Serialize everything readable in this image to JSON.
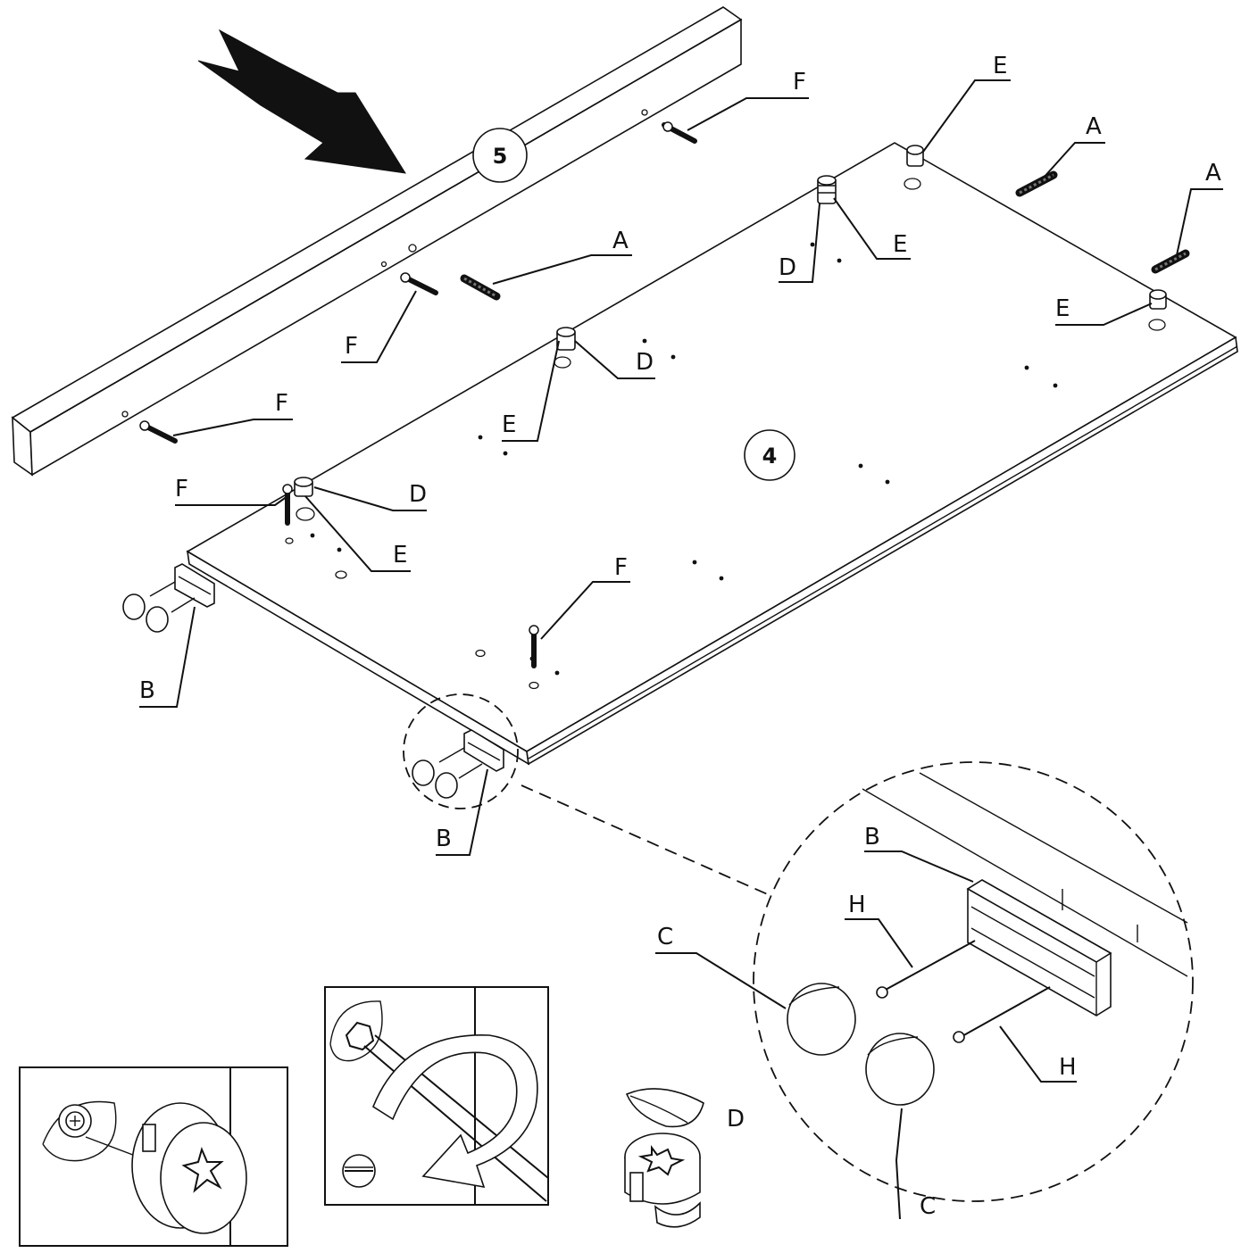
{
  "diagram": {
    "panel_numbers": {
      "rail": "5",
      "board": "4"
    },
    "callouts": [
      {
        "id": "f-top-right",
        "letter": "F"
      },
      {
        "id": "e-top",
        "letter": "E"
      },
      {
        "id": "a-top",
        "letter": "A"
      },
      {
        "id": "a-right",
        "letter": "A"
      },
      {
        "id": "a-mid",
        "letter": "A"
      },
      {
        "id": "e-mid-upper",
        "letter": "E"
      },
      {
        "id": "d-mid-upper",
        "letter": "D"
      },
      {
        "id": "e-right",
        "letter": "E"
      },
      {
        "id": "f-mid",
        "letter": "F"
      },
      {
        "id": "d-mid",
        "letter": "D"
      },
      {
        "id": "e-mid",
        "letter": "E"
      },
      {
        "id": "f-left",
        "letter": "F"
      },
      {
        "id": "f-lower-left",
        "letter": "F"
      },
      {
        "id": "d-lower-left",
        "letter": "D"
      },
      {
        "id": "e-lower-left",
        "letter": "E"
      },
      {
        "id": "f-lower",
        "letter": "F"
      },
      {
        "id": "b-left",
        "letter": "B"
      },
      {
        "id": "b-bottom",
        "letter": "B"
      },
      {
        "id": "b-detail",
        "letter": "B"
      },
      {
        "id": "h-detail-upper",
        "letter": "H"
      },
      {
        "id": "c-detail-upper",
        "letter": "C"
      },
      {
        "id": "h-detail-lower",
        "letter": "H"
      },
      {
        "id": "c-detail-lower",
        "letter": "C"
      },
      {
        "id": "d-cam",
        "letter": "D"
      }
    ]
  }
}
